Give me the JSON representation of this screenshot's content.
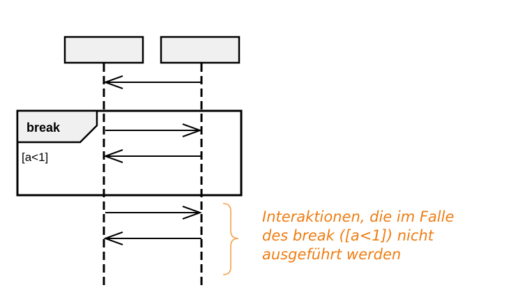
{
  "fragment": {
    "operator": "break",
    "guard": "[a<1]"
  },
  "note": {
    "lines": [
      "Interaktionen, die im Falle",
      "des break ([a<1]) nicht",
      "ausgeführt werden"
    ]
  },
  "colors": {
    "note": "#ee7d13",
    "brace": "#f5a04a",
    "lifeline_head_fill": "#f0f0f0"
  }
}
